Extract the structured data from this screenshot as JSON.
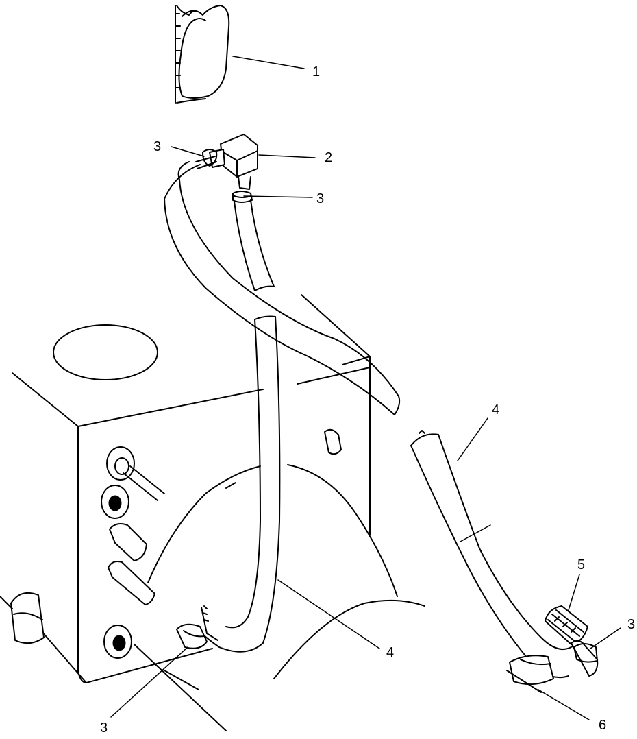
{
  "callouts": {
    "c1": "1",
    "c2": "2",
    "c3_top_left": "3",
    "c3_top_right": "3",
    "c4_upper": "4",
    "c4_lower": "4",
    "c5": "5",
    "c3_right": "3",
    "c6": "6",
    "c3_bottom": "3"
  },
  "colors": {
    "line": "#000000",
    "background": "#ffffff"
  }
}
